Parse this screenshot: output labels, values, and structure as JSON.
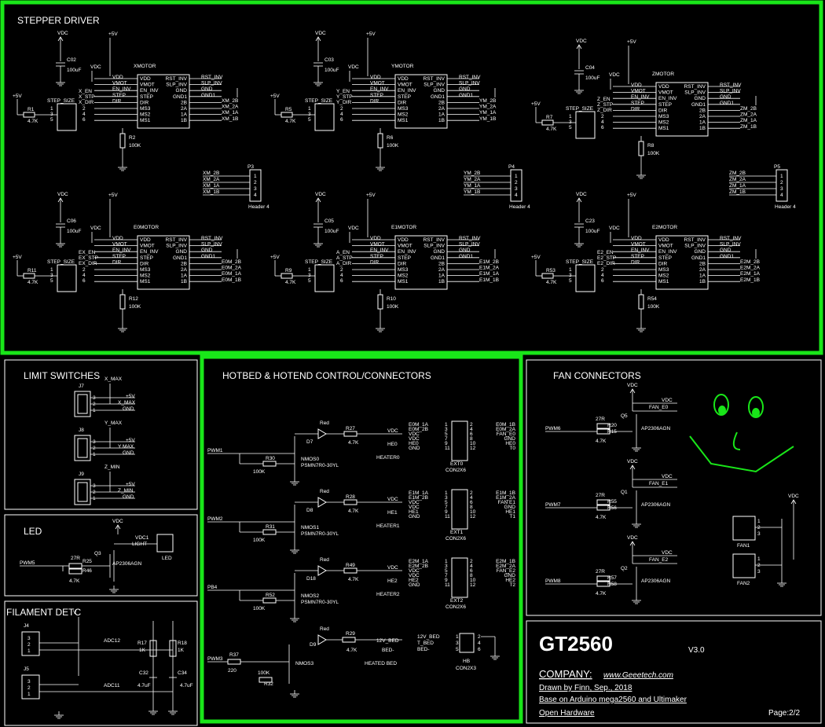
{
  "sections": {
    "stepper": "STEPPER DRIVER",
    "limit": "LIMIT SWITCHES",
    "led": "LED",
    "filament": "FILAMENT DETC",
    "hotbed": "HOTBED & HOTEND CONTROL/CONNECTORS",
    "fan": "FAN CONNECTORS"
  },
  "common": {
    "vdd": "VDD",
    "vmot": "VMOT",
    "en_inv": "EN_INV",
    "step": "STEP",
    "dir": "DIR",
    "ms1": "MS1",
    "ms2": "MS2",
    "ms3": "MS3",
    "rst_inv": "RST_INV",
    "slp_inv": "SLP_INV",
    "gnd": "GND",
    "gnd1": "GND1",
    "p2b": "2B",
    "p2a": "2A",
    "p1a": "1A",
    "p1b": "1B",
    "vdc": "VDC",
    "p5v": "+5V",
    "step_size": "STEP_SIZE",
    "cap_val": "100uF",
    "r_4k7": "4.7K",
    "r_100k": "100K",
    "header4": "Header 4",
    "red": "Red",
    "r_27r": "27R",
    "con2x6": "CON2X6",
    "psmn": "PSMN7R0-30YL",
    "ap": "AP2306AGN",
    "v12bed": "12V_BED",
    "bed_minus": "BED-",
    "t_bed": "T_BED",
    "con2x3": "CON2X3",
    "hb": "HB",
    "r_220": "220",
    "r_1k": "1K",
    "c_47uf": "4.7uF",
    "light": "LIGHT",
    "adc12": "ADC12",
    "adc11": "ADC11",
    "v": "V"
  },
  "steppers": [
    {
      "motor": "XMOTOR",
      "cap": "C02",
      "r_in": "R1",
      "r_pd": "R2",
      "en": "X_EN",
      "stp": "X_STP",
      "dir": "X_DIR",
      "o2b": "XM_2B",
      "o2a": "XM_2A",
      "o1a": "XM_1A",
      "o1b": "XM_1B",
      "hdr": "P3"
    },
    {
      "motor": "YMOTOR",
      "cap": "C03",
      "r_in": "R5",
      "r_pd": "R6",
      "en": "Y_EN",
      "stp": "Y_STP",
      "dir": "Y_DIR",
      "o2b": "YM_2B",
      "o2a": "YM_2A",
      "o1a": "YM_1A",
      "o1b": "YM_1B",
      "hdr": "P4"
    },
    {
      "motor": "ZMOTOR",
      "cap": "C04",
      "r_in": "R7",
      "r_pd": "R8",
      "en": "Z_EN",
      "stp": "Z_STP",
      "dir": "Z_DIR",
      "o2b": "ZM_2B",
      "o2a": "ZM_2A",
      "o1a": "ZM_1A",
      "o1b": "ZM_1B",
      "hdr": "P5"
    },
    {
      "motor": "E0MOTOR",
      "cap": "C06",
      "r_in": "R11",
      "r_pd": "R12",
      "en": "EX_EN",
      "stp": "EX_STP",
      "dir": "EX_DIR",
      "o2b": "E0M_2B",
      "o2a": "E0M_2A",
      "o1a": "E0M_1A",
      "o1b": "E0M_1B"
    },
    {
      "motor": "E1MOTOR",
      "cap": "C05",
      "r_in": "R9",
      "r_pd": "R10",
      "en": "A_EN",
      "stp": "A_STP",
      "dir": "A_DIR",
      "o2b": "E1M_2B",
      "o2a": "E1M_2A",
      "o1a": "E1M_1A",
      "o1b": "E1M_1B"
    },
    {
      "motor": "E2MOTOR",
      "cap": "C23",
      "r_in": "R53",
      "r_pd": "R54",
      "en": "E2_EN",
      "stp": "E2_STP",
      "dir": "E2_DIR",
      "o2b": "E2M_2B",
      "o2a": "E2M_2A",
      "o1a": "E2M_1A",
      "o1b": "E2M_1B"
    }
  ],
  "limits": [
    {
      "ref": "J7",
      "sig": "X_MAX",
      "label": "X_MAX"
    },
    {
      "ref": "J8",
      "sig": "Y_MAX",
      "label": "Y MAX"
    },
    {
      "ref": "J9",
      "sig": "Z_MIN",
      "label": "Z_MIN"
    }
  ],
  "heaters": [
    {
      "pwm": "PWM1",
      "d": "D7",
      "rl": "R27",
      "rg": "R30",
      "q": "NMOS0",
      "net": "HE0",
      "lbl": "HEATER0",
      "ext": "EXT0",
      "e2b": "E0M_2B",
      "e1a": "E0M_1A",
      "e1b": "E0M_1B",
      "e2a": "E0M_2A",
      "fan": "FAN_E0",
      "th": "T0"
    },
    {
      "pwm": "PWM2",
      "d": "D8",
      "rl": "R28",
      "rg": "R31",
      "q": "NMOS1",
      "net": "HE1",
      "lbl": "HEATER1",
      "ext": "EXT1",
      "e2b": "E1M_2B",
      "e1a": "E1M_1A",
      "e1b": "E1M_1B",
      "e2a": "E1M_2A",
      "fan": "FAN E1",
      "th": "T1"
    },
    {
      "pwm": "PB4",
      "d": "D18",
      "rl": "R49",
      "rg": "R52",
      "q": "NMOS2",
      "net": "HE2",
      "lbl": "HEATER2",
      "ext": "EXT2",
      "e2b": "E2M_2B",
      "e1a": "E2M_1A",
      "e1b": "E2M_1B",
      "e2a": "E2M_2A",
      "fan": "FAN_E2",
      "th": "T2"
    }
  ],
  "bed": {
    "pwm": "PWM3",
    "d": "D9",
    "rl": "R29",
    "rs": "R37",
    "rg": "R32",
    "q": "NMOS3",
    "label": "HEATED BED"
  },
  "fans": [
    {
      "pwm": "PWM6",
      "q": "Q5",
      "ra": "R20",
      "rb": "R15",
      "net": "FAN_E0"
    },
    {
      "pwm": "PWM7",
      "q": "Q1",
      "ra": "R55",
      "rb": "R56",
      "net": "FAN_E1"
    },
    {
      "pwm": "PWM8",
      "q": "Q2",
      "ra": "R57",
      "rb": "R58",
      "net": "FAN_E2"
    }
  ],
  "fan_conn": [
    "FAN1",
    "FAN2"
  ],
  "led": {
    "pwm": "PWM5",
    "q": "Q3",
    "ra": "R25",
    "rb": "R46",
    "conn": "LED",
    "vdc": "VDC1"
  },
  "filament": {
    "j1": "J4",
    "j2": "J5",
    "r1": "R17",
    "r2": "R18",
    "c1": "C32",
    "c2": "C34"
  },
  "title_block": {
    "title": "GT2560",
    "version": "V3.0",
    "company": "COMPANY:",
    "url": "www.Geeetech.com",
    "drawn": "Drawn by Finn, Sep., 2018",
    "base": "Base on Arduino mega2560 and Ultimaker",
    "open": "Open Hardware",
    "page": "Page:2/2"
  },
  "colors": {
    "frame": "#19e619",
    "smiley": "#19e619",
    "wire": "#ffffff",
    "bg": "#000000"
  }
}
